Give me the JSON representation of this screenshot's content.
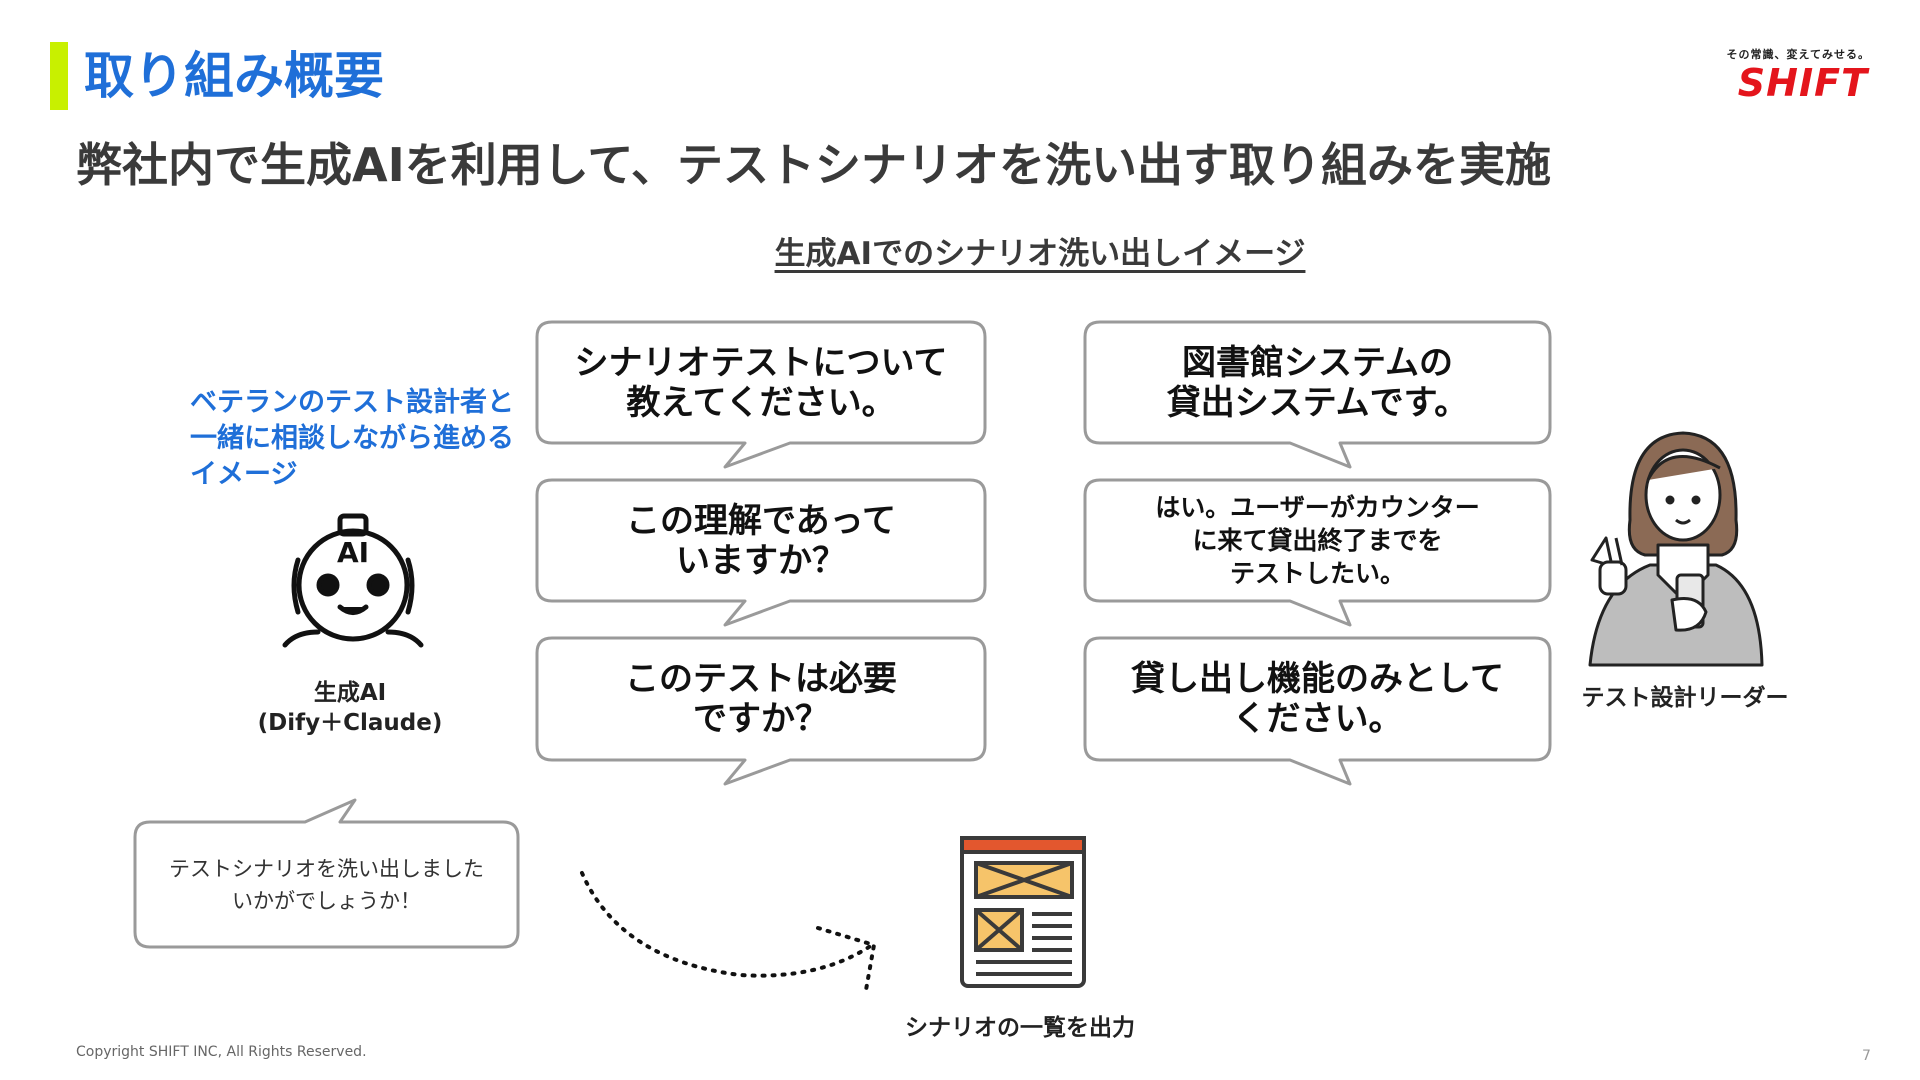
{
  "header": {
    "title": "取り組み概要",
    "accent_color": "#c8f000",
    "title_color": "#1f6fd8"
  },
  "logo": {
    "tagline": "その常識、変えてみせる。",
    "wordmark": "SHIFT",
    "color": "#e4151c"
  },
  "subtitle": "弊社内で生成AIを利用して、テストシナリオを洗い出す取り組みを実施",
  "diagram": {
    "title": "生成AIでのシナリオ洗い出しイメージ",
    "note": "ベテランのテスト設計者と\n一緒に相談しながら進める\nイメージ",
    "ai_icon_text": "AI",
    "ai_label": "生成AI\n(Dify＋Claude)",
    "leader_label": "テスト設計リーダー",
    "ai_bubbles": [
      "シナリオテストについて\n教えてください。",
      "この理解であって\nいますか？",
      "このテストは必要\nですか？"
    ],
    "leader_bubbles": [
      "図書館システムの\n貸出システムです。",
      "はい。ユーザーがカウンター\nに来て貸出終了までを\nテストしたい。",
      "貸し出し機能のみとして\nください。"
    ],
    "result_bubble": "テストシナリオを洗い出しました\nいかがでしょうか！",
    "output_label": "シナリオの一覧を出力"
  },
  "footer": {
    "copyright": "Copyright SHIFT INC, All Rights Reserved.",
    "page_number": "7"
  }
}
